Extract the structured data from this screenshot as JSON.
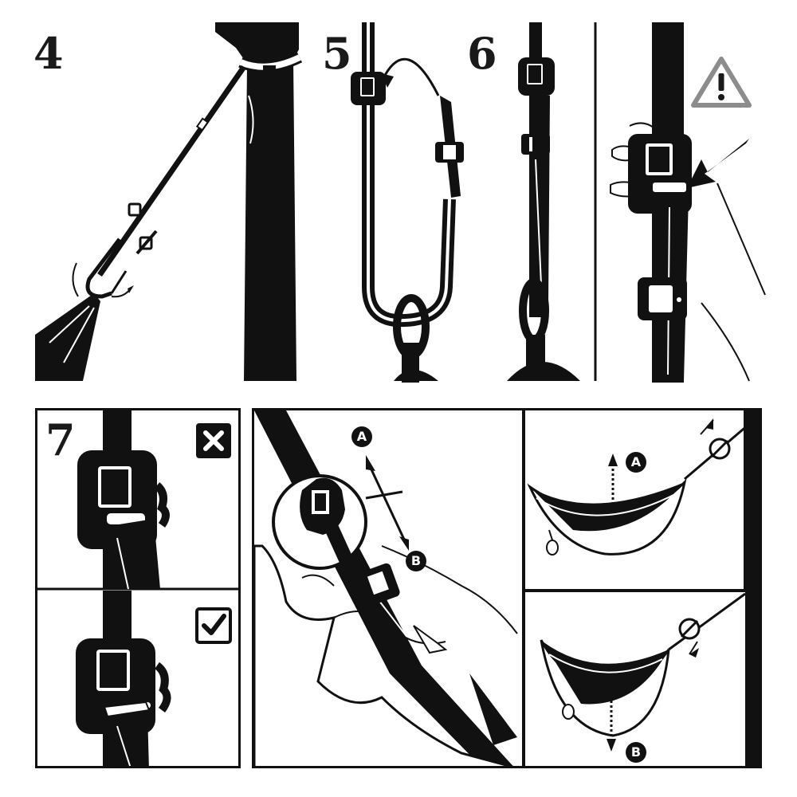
{
  "steps": {
    "four": "4",
    "five": "5",
    "six": "6",
    "seven": "7"
  },
  "labels": {
    "a_strap": "A",
    "b_strap": "B",
    "a_hammock": "A",
    "b_hammock": "B"
  },
  "colors": {
    "ink": "#111111",
    "warning_gray": "#8c8c8c",
    "paper": "#ffffff"
  },
  "icons": {
    "warning": "warning-triangle-icon",
    "wrong": "x-box-icon",
    "correct": "check-box-icon"
  }
}
